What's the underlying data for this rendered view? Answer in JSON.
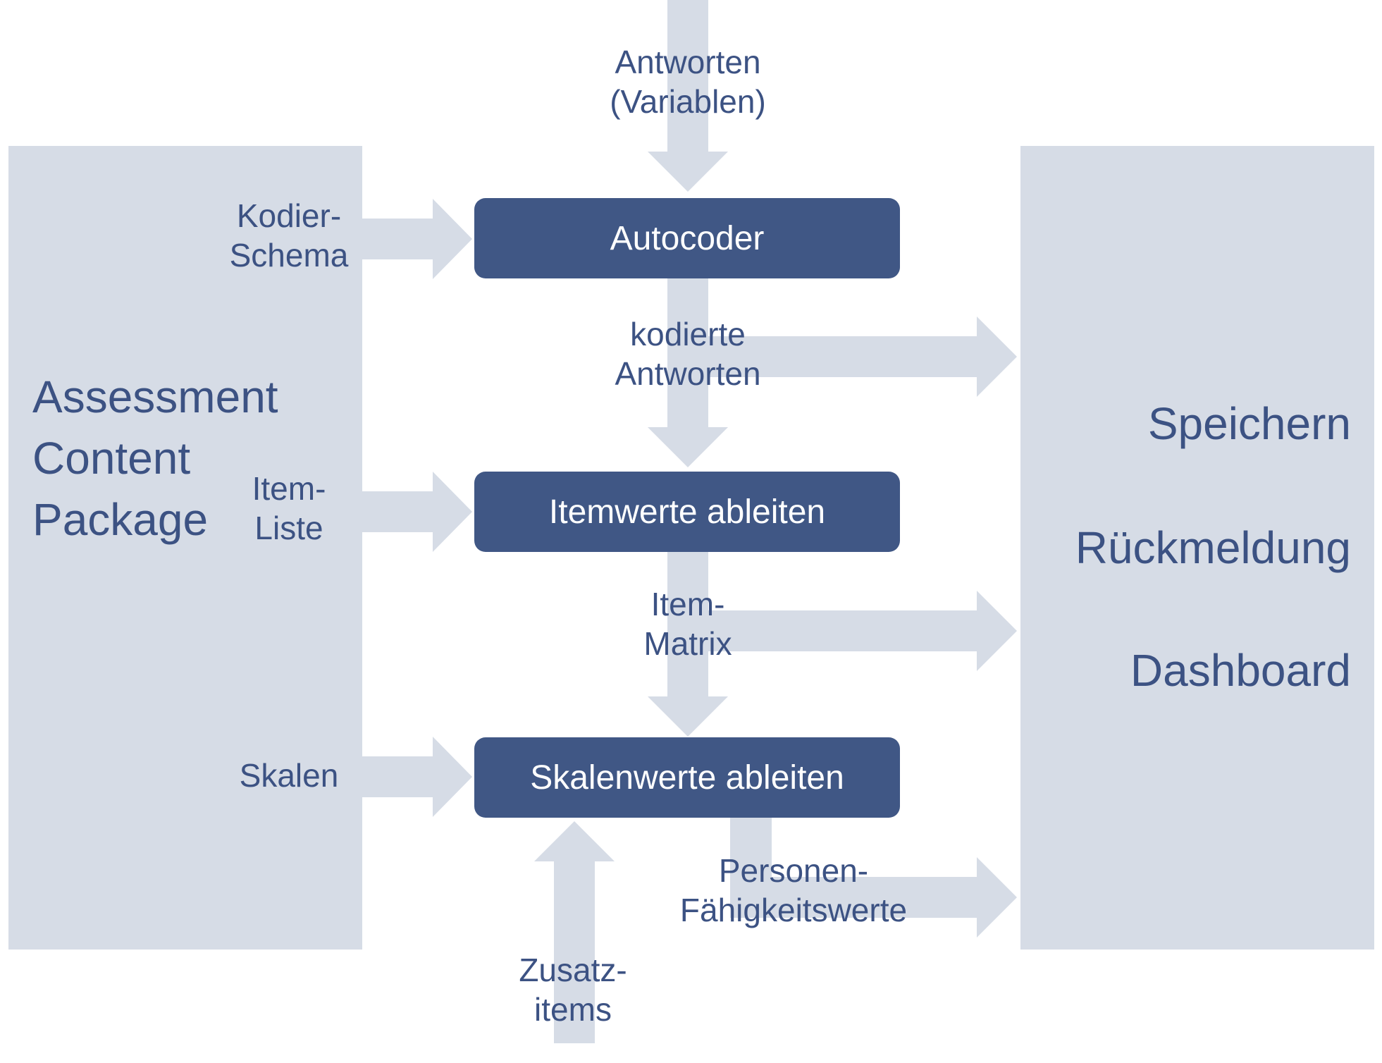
{
  "colors": {
    "panel": "#d6dce6",
    "arrow": "#d6dce6",
    "process_box": "#405785",
    "process_text": "#ffffff",
    "label_text": "#3c5283"
  },
  "left_panel": {
    "lines": [
      "Assessment",
      "Content",
      "Package"
    ]
  },
  "right_panel": {
    "items": [
      "Speichern",
      "Rückmeldung",
      "Dashboard"
    ]
  },
  "processes": {
    "autocoder": "Autocoder",
    "itemwerte": "Itemwerte ableiten",
    "skalenwerte": "Skalenwerte ableiten"
  },
  "inputs": {
    "antworten": [
      "Antworten",
      "(Variablen)"
    ],
    "kodierschema": [
      "Kodier-",
      "Schema"
    ],
    "itemliste": [
      "Item-",
      "Liste"
    ],
    "skalen": [
      "Skalen"
    ],
    "zusatzitems": [
      "Zusatz-",
      "items"
    ]
  },
  "outputs": {
    "kodierte_antworten": [
      "kodierte",
      "Antworten"
    ],
    "item_matrix": [
      "Item-",
      "Matrix"
    ],
    "personen_faehigkeitswerte": [
      "Personen-",
      "Fähigkeitswerte"
    ]
  }
}
